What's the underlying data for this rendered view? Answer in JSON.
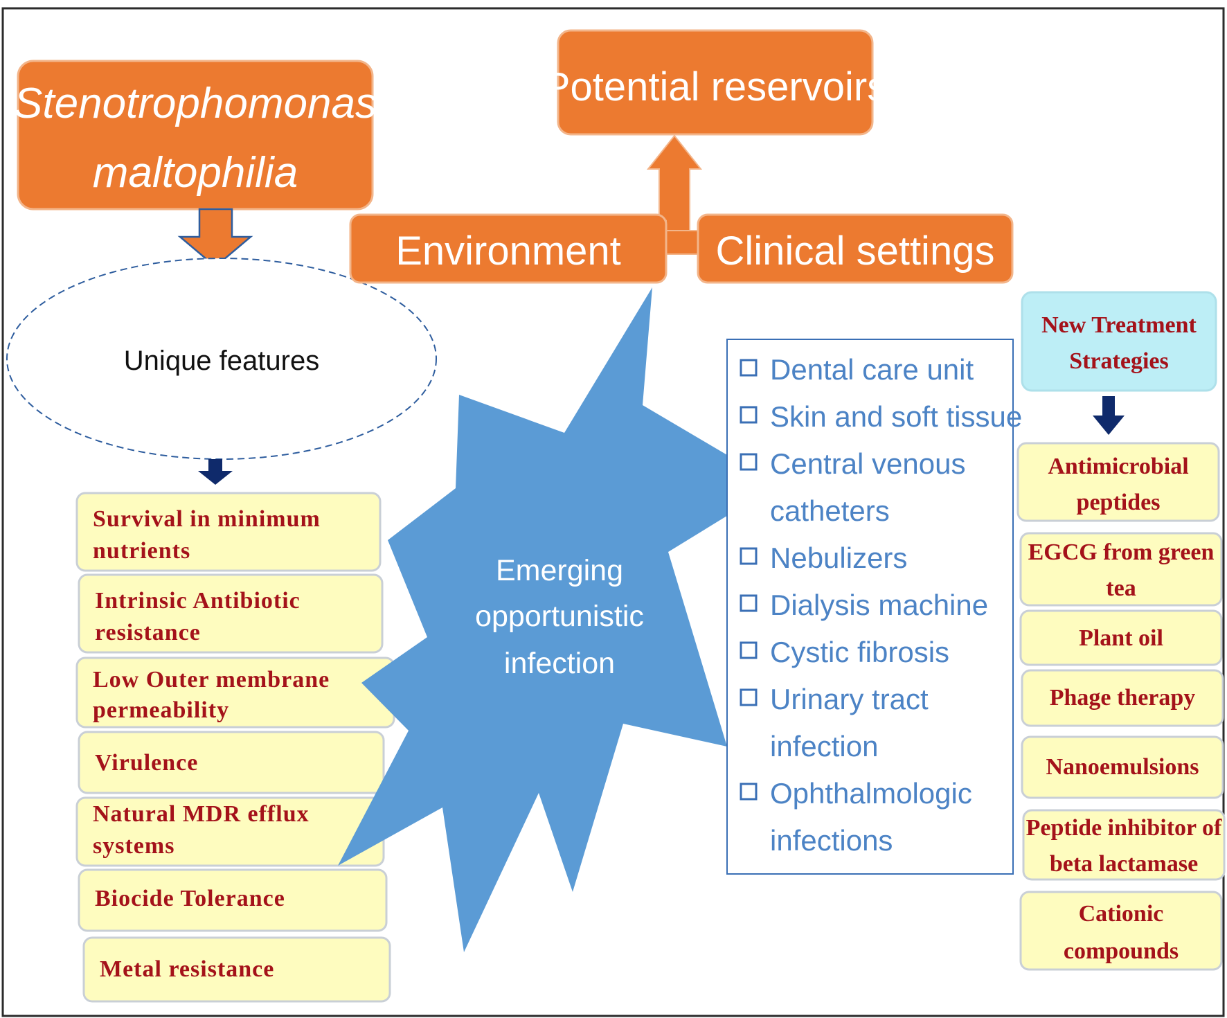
{
  "title": {
    "line1": "Stenotrophomonas",
    "line2": "maltophilia"
  },
  "potential_reservoirs": "Potential reservoirs",
  "environment": "Environment",
  "clinical_settings": "Clinical settings",
  "unique_features": "Unique features",
  "emerging": {
    "line1": "Emerging",
    "line2": "opportunistic",
    "line3": "infection"
  },
  "features": [
    {
      "line1": "Survival in minimum",
      "line2": "nutrients"
    },
    {
      "line1": "Intrinsic Antibiotic",
      "line2": "resistance"
    },
    {
      "line1": "Low Outer membrane",
      "line2": "permeability"
    },
    {
      "line1": "Virulence"
    },
    {
      "line1": "Natural MDR efflux",
      "line2": "systems"
    },
    {
      "line1": "Biocide Tolerance"
    },
    {
      "line1": "Metal resistance"
    }
  ],
  "reservoir_list": [
    {
      "line1": "Dental care unit"
    },
    {
      "line1": "Skin and soft tissue"
    },
    {
      "line1": "Central venous",
      "line2": "catheters"
    },
    {
      "line1": "Nebulizers"
    },
    {
      "line1": "Dialysis machine"
    },
    {
      "line1": "Cystic fibrosis"
    },
    {
      "line1": "Urinary tract",
      "line2": "infection"
    },
    {
      "line1": "Ophthalmologic",
      "line2": "infections"
    }
  ],
  "treatment_header": {
    "line1": "New Treatment",
    "line2": "Strategies"
  },
  "treatments": [
    {
      "line1": "Antimicrobial",
      "line2": "peptides"
    },
    {
      "line1": "EGCG from green",
      "line2": "tea"
    },
    {
      "line1": "Plant oil"
    },
    {
      "line1": "Phage therapy"
    },
    {
      "line1": "Nanoemulsions"
    },
    {
      "line1": "Peptide inhibitor of",
      "line2": "beta lactamase"
    },
    {
      "line1": "Cationic",
      "line2": "compounds"
    }
  ],
  "colors": {
    "orange": "#ec7a30",
    "star_blue": "#5b9bd5",
    "feature_text": "#a4121a",
    "reservoir_text": "#4c83c5",
    "dark_arrow": "#0f2a6b"
  }
}
